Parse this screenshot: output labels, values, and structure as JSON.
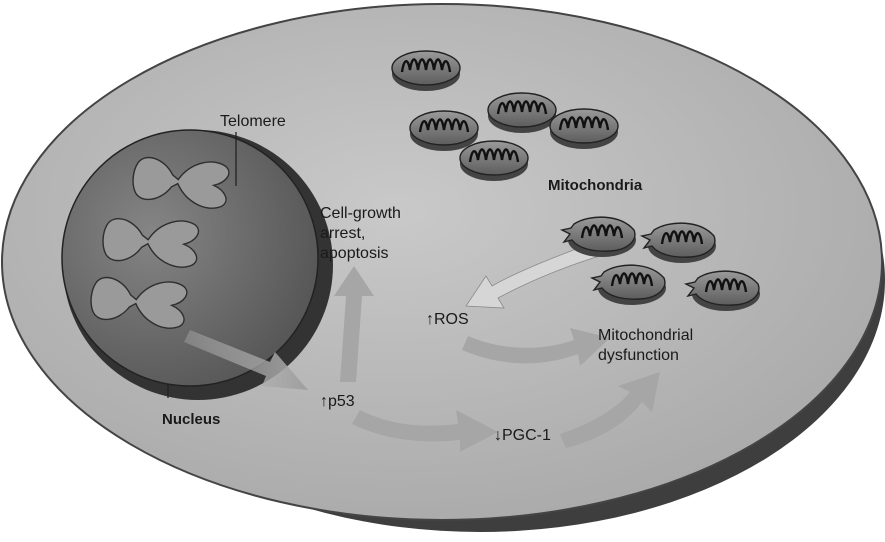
{
  "labels": {
    "telomere": "Telomere",
    "nucleus": "Nucleus",
    "mitochondria": "Mitochondria",
    "cell_growth_line1": "Cell-growth",
    "cell_growth_line2": "arrest,",
    "cell_growth_line3": "apoptosis",
    "ros": "↑ROS",
    "p53": "↑p53",
    "pgc1": "↓PGC-1",
    "mito_dys_line1": "Mitochondrial",
    "mito_dys_line2": "dysfunction"
  },
  "colors": {
    "cell_fill": "#bdbdbd",
    "cell_shadow": "#3a3a3a",
    "nucleus_fill": "#6f6f6f",
    "chromosome_fill": "#9a9a9a",
    "arrow_fill": "#a8a8a8",
    "mito_fill": "#8a8a8a"
  },
  "icons": {
    "chromosome": "chromosome-icon",
    "mitochondrion": "mitochondrion-icon",
    "damaged_mitochondrion": "damaged-mitochondrion-icon"
  }
}
